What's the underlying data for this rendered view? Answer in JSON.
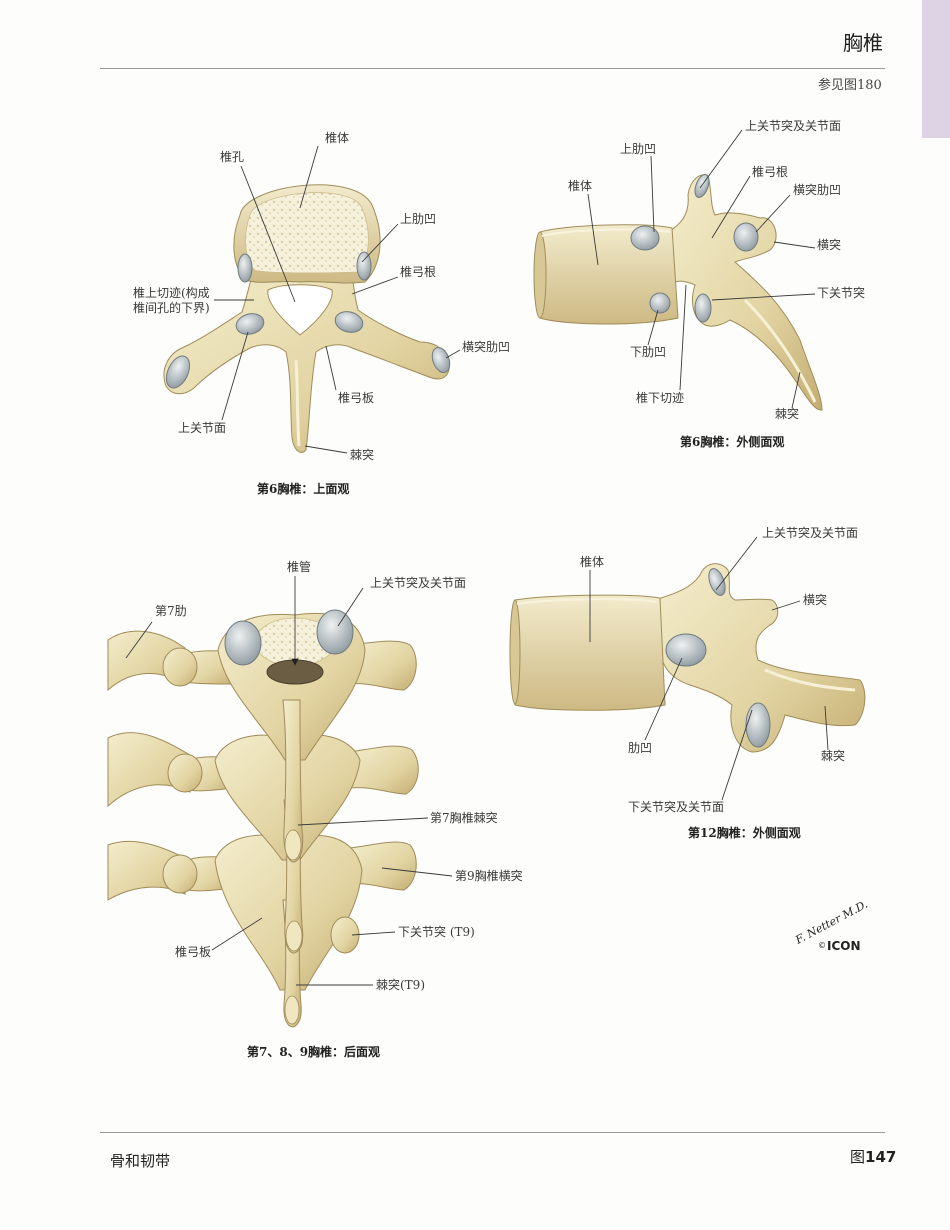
{
  "header": {
    "title": "胸椎",
    "see_also": "参见图180"
  },
  "figures": {
    "t6_superior": {
      "caption": "第6胸椎：上面观",
      "labels": {
        "body": "椎体",
        "foramen": "椎孔",
        "superior_costal_facet": "上肋凹",
        "pedicle": "椎弓根",
        "superior_notch_line1": "椎上切迹(构成",
        "superior_notch_line2": "椎间孔的下界)",
        "transverse_costal_facet": "横突肋凹",
        "lamina": "椎弓板",
        "superior_articular_facet": "上关节面",
        "spinous_process": "棘突"
      }
    },
    "t6_lateral": {
      "caption": "第6胸椎：外侧面观",
      "labels": {
        "superior_articular_process": "上关节突及关节面",
        "superior_costal_facet": "上肋凹",
        "body": "椎体",
        "pedicle": "椎弓根",
        "transverse_costal_facet": "横突肋凹",
        "transverse_process": "横突",
        "inferior_articular_process": "下关节突",
        "inferior_costal_facet": "下肋凹",
        "inferior_notch": "椎下切迹",
        "spinous_process": "棘突"
      }
    },
    "t7_t9_posterior": {
      "caption": "第7、8、9胸椎：后面观",
      "labels": {
        "canal": "椎管",
        "superior_articular_process": "上关节突及关节面",
        "rib7": "第7肋",
        "t7_spinous": "第7胸椎棘突",
        "t9_transverse": "第9胸椎横突",
        "t9_inferior_articular": "下关节突 (T9)",
        "lamina": "椎弓板",
        "t9_spinous": "棘突(T9)"
      }
    },
    "t12_lateral": {
      "caption": "第12胸椎：外侧面观",
      "labels": {
        "superior_articular_process": "上关节突及关节面",
        "body": "椎体",
        "transverse_process": "横突",
        "costal_facet": "肋凹",
        "spinous_process": "棘突",
        "inferior_articular_process": "下关节突及关节面"
      }
    }
  },
  "signature": "F. Netter M.D.",
  "logo": {
    "mark": "©",
    "name": "ICON"
  },
  "footer": {
    "section": "骨和韧带",
    "figure_prefix": "图",
    "figure_number": "147"
  },
  "colors": {
    "bone": "#e4d7a6",
    "facet": "#a9b3b8",
    "tab": "#ddd3e4",
    "canal": "#6b5c44"
  }
}
